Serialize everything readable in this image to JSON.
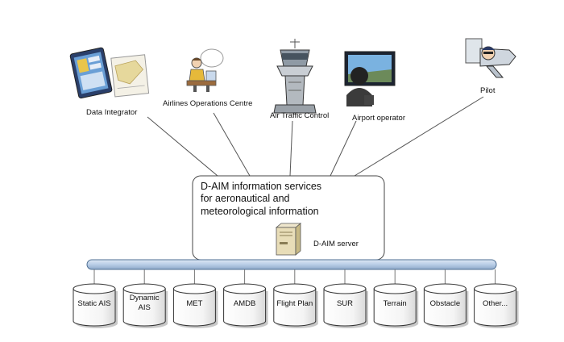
{
  "actors": {
    "data_integrator": "Data Integrator",
    "airlines_ops": "Airlines Operations Centre",
    "atc": "Air Traffic Control",
    "airport_operator": "Airport operator",
    "pilot": "Pilot"
  },
  "services": {
    "line1": "D-AIM information services",
    "line2": "for aeronautical and",
    "line3": "meteorological information",
    "server_label": "D-AIM server"
  },
  "databases": [
    [
      "Static AIS"
    ],
    [
      "Dynamic",
      "AIS"
    ],
    [
      "MET"
    ],
    [
      "AMDB"
    ],
    [
      "Flight Plan"
    ],
    [
      "SUR"
    ],
    [
      "Terrain"
    ],
    [
      "Obstacle"
    ],
    [
      "Other..."
    ]
  ],
  "colors": {
    "bus_fill": "#b8cde6",
    "bus_stroke": "#4f6f93",
    "box_stroke": "#444444",
    "db_fill": "#ffffff",
    "db_shadow": "#bdbdbd"
  }
}
